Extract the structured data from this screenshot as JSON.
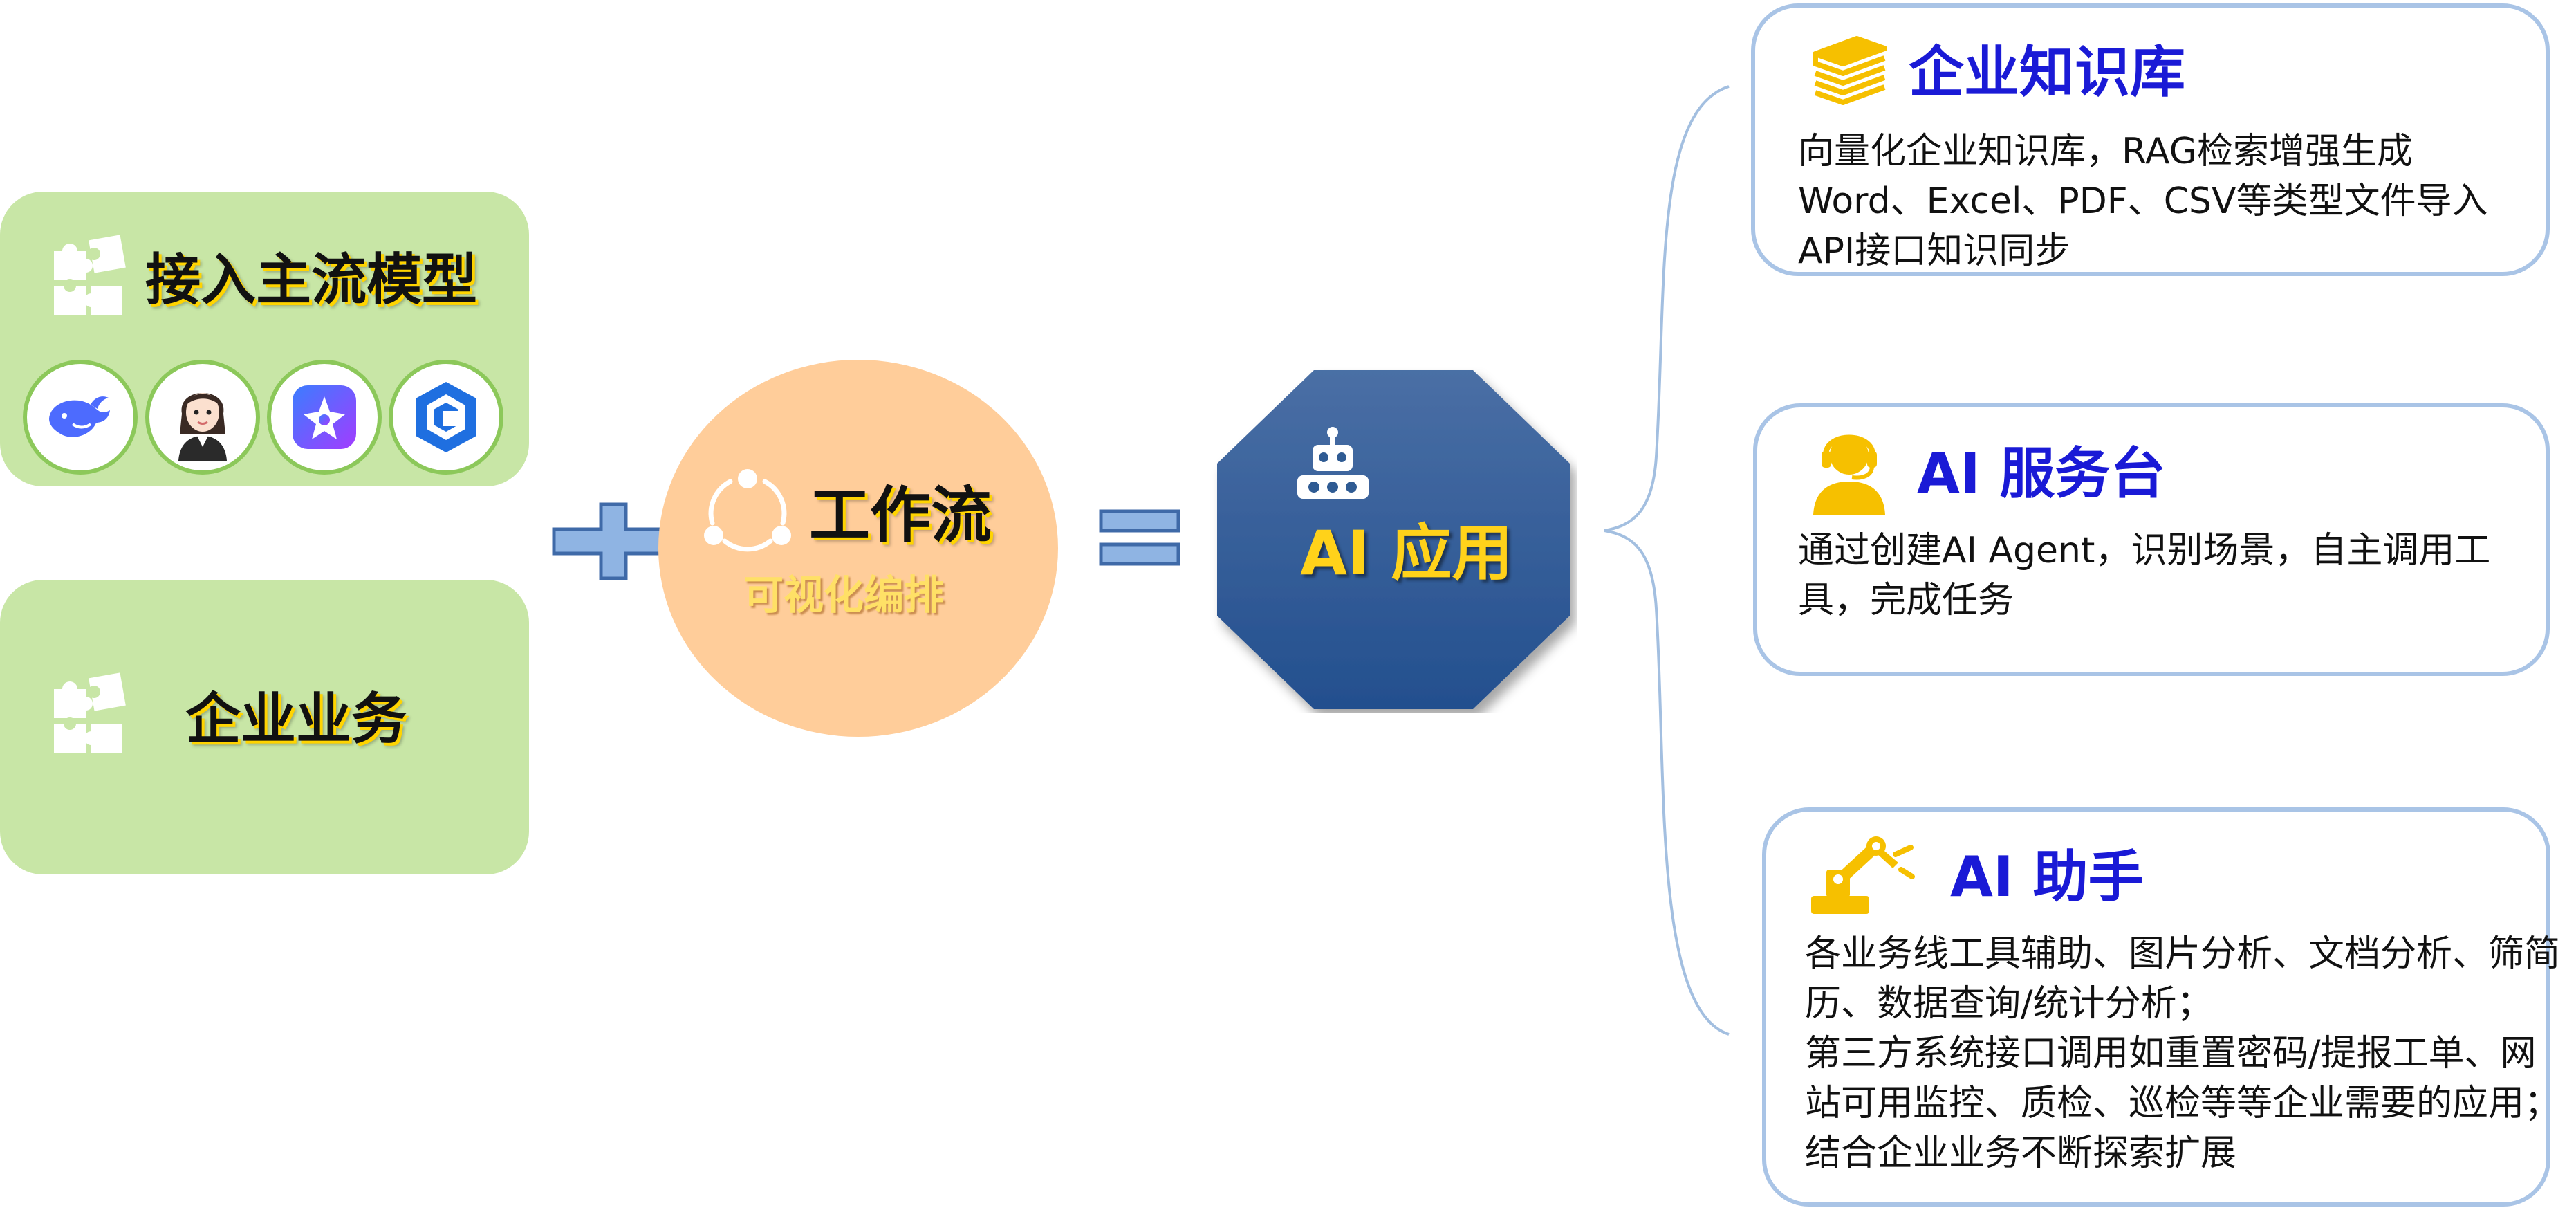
{
  "left": {
    "models_title": "接入主流模型",
    "business_title": "企业业务",
    "model_icons": [
      "deepseek-whale-icon",
      "assistant-avatar-icon",
      "ai-star-app-icon",
      "hexagon-app-icon"
    ]
  },
  "operators": {
    "plus": "+",
    "equals": "="
  },
  "workflow": {
    "title": "工作流",
    "subtitle": "可视化编排"
  },
  "ai_app": {
    "title": "AI 应用"
  },
  "knowledge_base": {
    "title": "企业知识库",
    "lines": [
      "向量化企业知识库，RAG检索增强生成",
      "Word、Excel、PDF、CSV等类型文件导入",
      "API接口知识同步"
    ]
  },
  "service_desk": {
    "title": "AI 服务台",
    "lines": [
      "通过创建AI Agent，识别场景，自主调用工",
      "具，完成任务"
    ]
  },
  "assistant": {
    "title": "AI 助手",
    "lines": [
      "各业务线工具辅助、图片分析、文档分析、筛简",
      "历、数据查询/统计分析；",
      "第三方系统接口调用如重置密码/提报工单、网",
      "站可用监控、质检、巡检等等企业需要的应用；",
      "结合企业业务不断探索扩展"
    ]
  },
  "colors": {
    "green_box": "#c8e6a6",
    "workflow_circle": "#ffcd9a",
    "octagon": "#2f5b93",
    "title_blue": "#1a1ad6",
    "icon_yellow": "#f6c000",
    "box_border": "#a9c4e6"
  }
}
